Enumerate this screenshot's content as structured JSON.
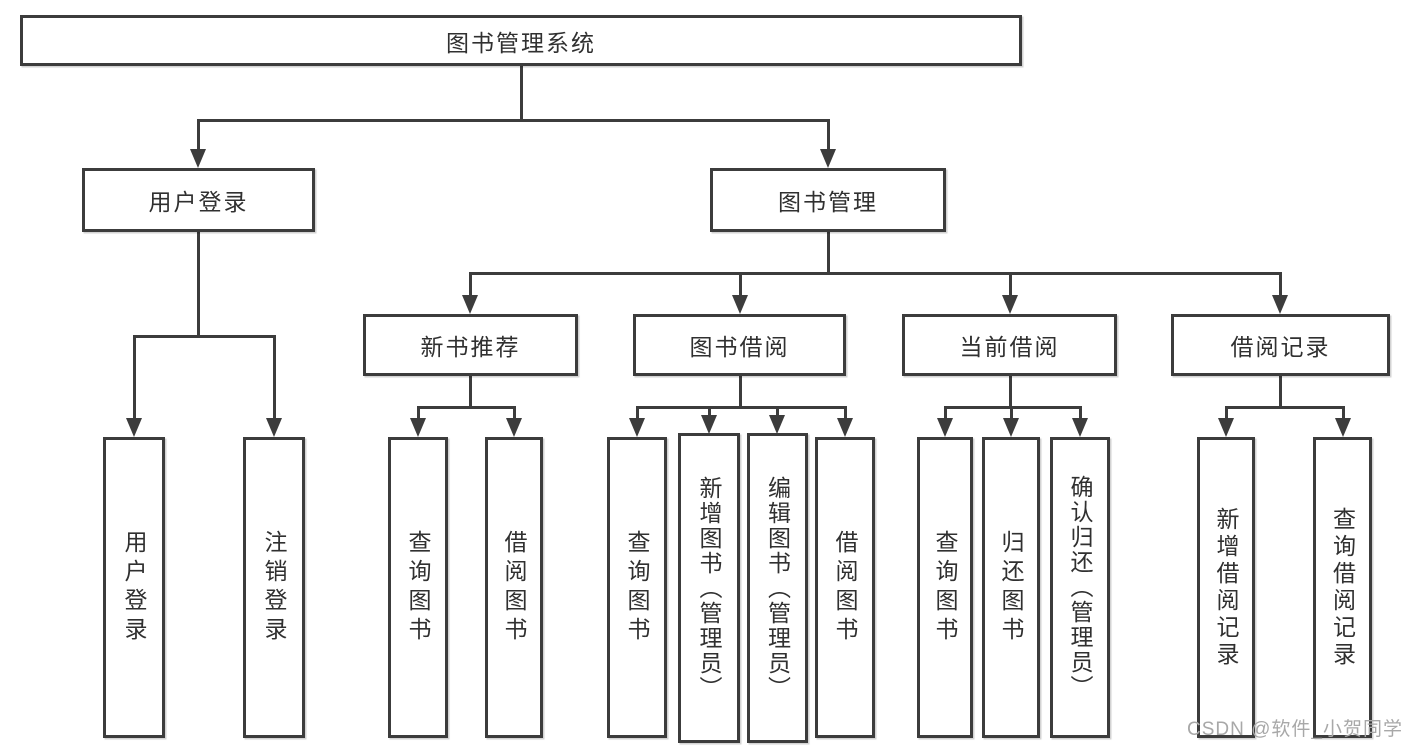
{
  "nodes": {
    "root": {
      "label": "图书管理系统"
    },
    "branches": [
      {
        "label": "用户登录"
      },
      {
        "label": "图书管理"
      }
    ],
    "modules": [
      {
        "label": "新书推荐"
      },
      {
        "label": "图书借阅"
      },
      {
        "label": "当前借阅"
      },
      {
        "label": "借阅记录"
      }
    ],
    "leaves": [
      {
        "label": "用户登录"
      },
      {
        "label": "注销登录"
      },
      {
        "label": "查询图书"
      },
      {
        "label": "借阅图书"
      },
      {
        "label": "查询图书"
      },
      {
        "label": "新增图书（管理员）"
      },
      {
        "label": "编辑图书（管理员）"
      },
      {
        "label": "借阅图书"
      },
      {
        "label": "查询图书"
      },
      {
        "label": "归还图书"
      },
      {
        "label": "确认归还（管理员）"
      },
      {
        "label": "新增借阅记录"
      },
      {
        "label": "查询借阅记录"
      }
    ]
  },
  "watermark": {
    "text": "CSDN @软件_小贺同学"
  },
  "colors": {
    "line": "#3c3c3c",
    "text": "#303030",
    "watermark": "#a8a8a8",
    "background": "#ffffff"
  }
}
